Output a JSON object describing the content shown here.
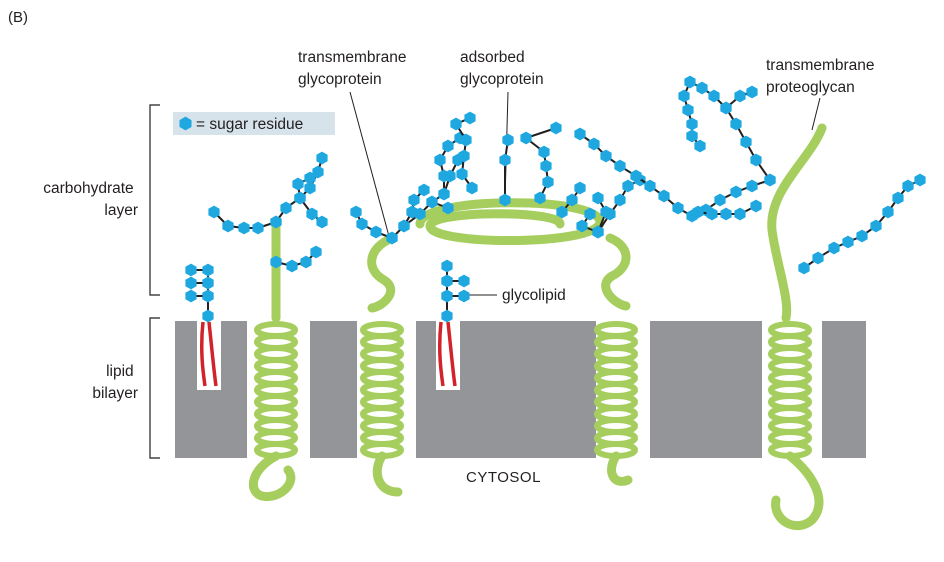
{
  "panel_label": "(B)",
  "legend": {
    "symbol_icon": "hexagon-icon",
    "text": "= sugar residue"
  },
  "layers": {
    "carbohydrate": [
      "carbohydrate",
      "layer"
    ],
    "lipid": [
      "lipid",
      "bilayer"
    ]
  },
  "labels": {
    "transmembrane_glycoprotein": [
      "transmembrane",
      "glycoprotein"
    ],
    "adsorbed_glycoprotein": [
      "adsorbed",
      "glycoprotein"
    ],
    "transmembrane_proteoglycan": [
      "transmembrane",
      "proteoglycan"
    ],
    "glycolipid": "glycolipid",
    "cytosol": "CYTOSOL"
  },
  "colors": {
    "membrane": "#939598",
    "protein": "#a6ce5e",
    "sugar": "#1fa8e0",
    "lipid_tail": "#d2232a",
    "legend_bg": "#d7e3ea",
    "line": "#231f20"
  }
}
